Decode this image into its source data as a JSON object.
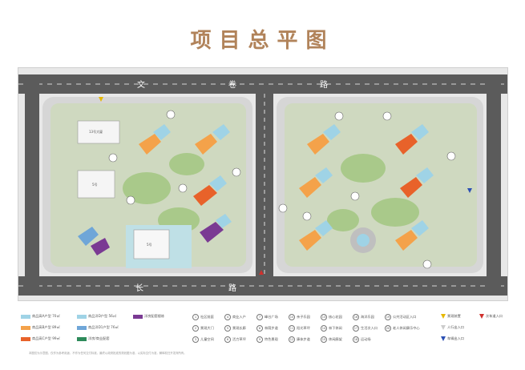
{
  "title": "项目总平图",
  "roads": {
    "top_left": "文",
    "top_mid": "卷",
    "top_right": "路",
    "bottom_left": "长",
    "bottom_right": "路"
  },
  "buildings": {
    "label_a": "13号大厦",
    "label_b": "5号",
    "label_c": "5号"
  },
  "colors": {
    "light_blue": "#9fd3e6",
    "orange": "#f4a24a",
    "deep_orange": "#e8622a",
    "blue": "#6fa6d8",
    "purple": "#7a3a93",
    "green": "#2d8a5a",
    "road": "#5b5b5b",
    "grass": "#a9c98a",
    "plaza": "#c9c9c9"
  },
  "legend": {
    "products": [
      {
        "label": "商品高A户型  70㎡",
        "color": "#9fd3e6"
      },
      {
        "label": "商品高B户型  89㎡",
        "color": "#f4a24a"
      },
      {
        "label": "商品高C户型  99㎡",
        "color": "#e8622a"
      },
      {
        "label": "商品洋D户型  56㎡",
        "color": "#9fd3e6"
      },
      {
        "label": "商品洋D1户型  76㎡",
        "color": "#6fa6d8"
      },
      {
        "label": "洋房/商业配套",
        "color": "#2d8a5a"
      },
      {
        "label": "洋房配套楼栋",
        "color": "#7a3a93"
      }
    ],
    "facilities": [
      {
        "n": "1",
        "label": "社区前庭"
      },
      {
        "n": "2",
        "label": "景观大门"
      },
      {
        "n": "3",
        "label": "儿童空间"
      },
      {
        "n": "4",
        "label": "商业入户"
      },
      {
        "n": "5",
        "label": "景观长廊"
      },
      {
        "n": "6",
        "label": "活力草坪"
      },
      {
        "n": "7",
        "label": "峰谷广场"
      },
      {
        "n": "8",
        "label": "林荫步道"
      },
      {
        "n": "9",
        "label": "特色景观"
      },
      {
        "n": "10",
        "label": "亲子乐园"
      },
      {
        "n": "11",
        "label": "阳光草坪"
      },
      {
        "n": "12",
        "label": "康体步道"
      },
      {
        "n": "13",
        "label": "核心花园"
      },
      {
        "n": "14",
        "label": "林下休闲"
      },
      {
        "n": "15",
        "label": "休闲廊架"
      },
      {
        "n": "16",
        "label": "海洋乐园"
      },
      {
        "n": "17",
        "label": "生活次入口"
      },
      {
        "n": "18",
        "label": "运动场"
      },
      {
        "n": "19",
        "label": "公共活动区入口"
      },
      {
        "n": "20",
        "label": "老人休闲康乐中心"
      }
    ],
    "entries": [
      {
        "label": "景观装置",
        "color": "#e6b800"
      },
      {
        "label": "人行出入口",
        "color": "#ffffff"
      },
      {
        "label": "车辆出入口",
        "color": "#2b4fb3"
      },
      {
        "label": "次车道入口",
        "color": "#d0312d"
      }
    ]
  },
  "note": "本图仅为示意图，仅作为参考用途，不作为任何交付标准，最终以政府批准的规划图为准，以实际交付为准，解释权归开发商所有。"
}
